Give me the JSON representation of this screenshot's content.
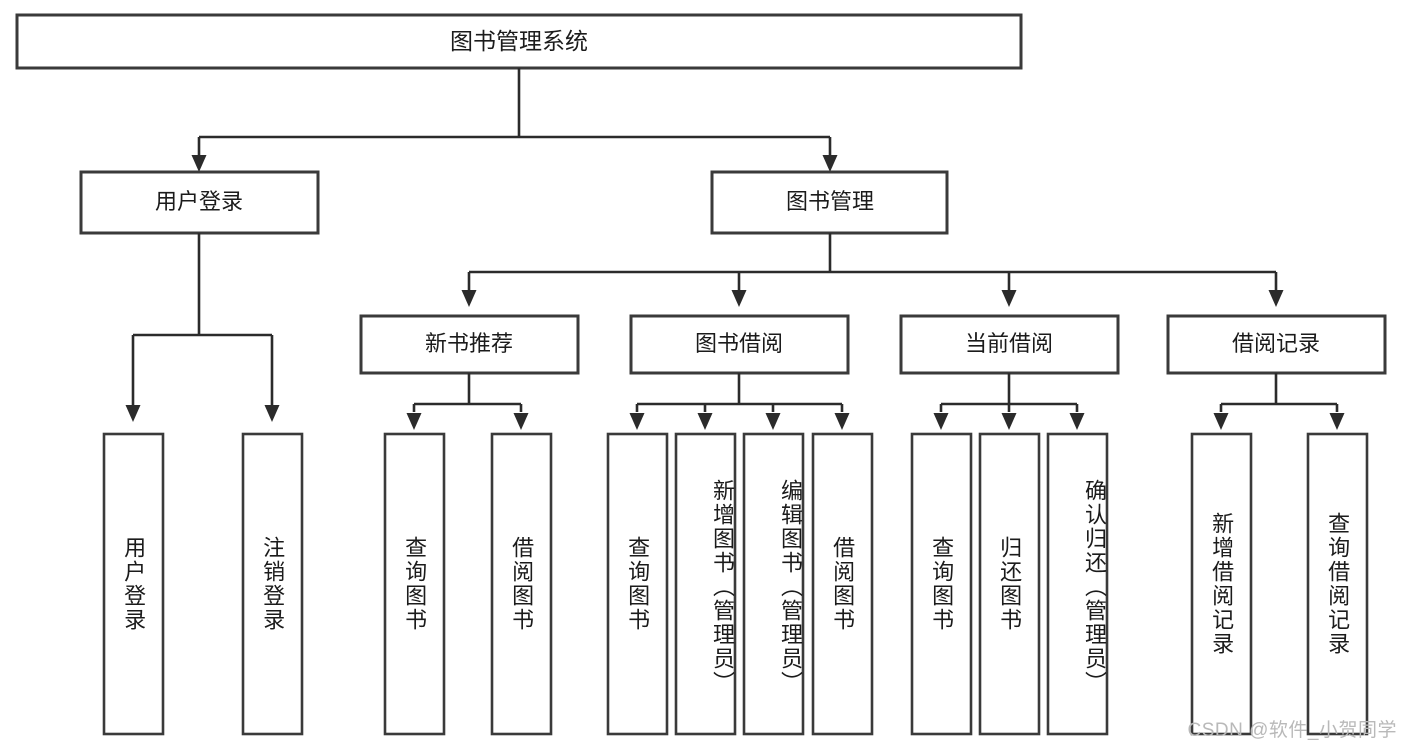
{
  "diagram": {
    "type": "tree-hierarchy-chart",
    "title_node": {
      "label": "图书管理系统"
    },
    "level2": [
      {
        "id": "user-login",
        "label": "用户登录"
      },
      {
        "id": "book-manage",
        "label": "图书管理"
      }
    ],
    "level3": [
      {
        "id": "new-book-recommend",
        "label": "新书推荐"
      },
      {
        "id": "book-borrow",
        "label": "图书借阅"
      },
      {
        "id": "current-borrow",
        "label": "当前借阅"
      },
      {
        "id": "borrow-record",
        "label": "借阅记录"
      }
    ],
    "leaves": [
      {
        "id": "leaf-user-login",
        "label": "用户登录",
        "parent": "user-login"
      },
      {
        "id": "leaf-logout-login",
        "label": "注销登录",
        "parent": "user-login"
      },
      {
        "id": "leaf-query-book-1",
        "label": "查询图书",
        "parent": "new-book-recommend"
      },
      {
        "id": "leaf-borrow-book-1",
        "label": "借阅图书",
        "parent": "new-book-recommend"
      },
      {
        "id": "leaf-query-book-2",
        "label": "查询图书",
        "parent": "book-borrow"
      },
      {
        "id": "leaf-add-book",
        "label": "新增图书（管理员）",
        "parent": "book-borrow"
      },
      {
        "id": "leaf-edit-book",
        "label": "编辑图书（管理员）",
        "parent": "book-borrow"
      },
      {
        "id": "leaf-borrow-book-2",
        "label": "借阅图书",
        "parent": "book-borrow"
      },
      {
        "id": "leaf-query-book-3",
        "label": "查询图书",
        "parent": "current-borrow"
      },
      {
        "id": "leaf-return-book",
        "label": "归还图书",
        "parent": "current-borrow"
      },
      {
        "id": "leaf-confirm-return",
        "label": "确认归还（管理员）",
        "parent": "current-borrow"
      },
      {
        "id": "leaf-add-record",
        "label": "新增借阅记录",
        "parent": "borrow-record"
      },
      {
        "id": "leaf-query-record",
        "label": "查询借阅记录",
        "parent": "borrow-record"
      }
    ]
  },
  "watermark": {
    "text": "CSDN @软件_小贺同学"
  },
  "colors": {
    "box_stroke": "#3a3a3a",
    "connector": "#2b2b2b",
    "text": "#1b1b1b",
    "background": "#ffffff",
    "watermark": "#b9b9b9"
  }
}
